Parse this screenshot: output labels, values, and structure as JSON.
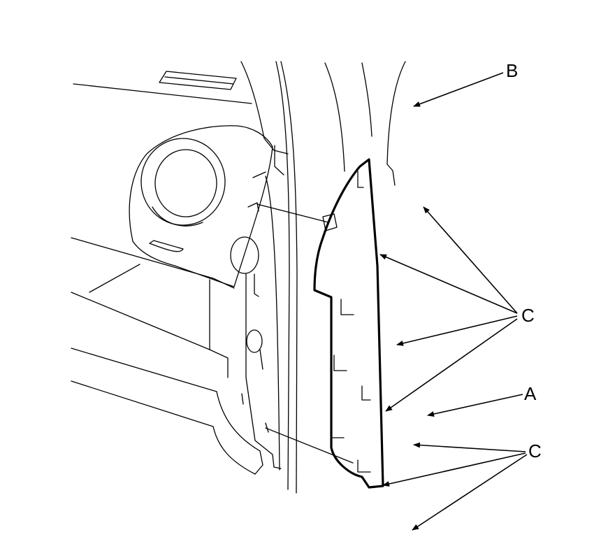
{
  "figure": {
    "callouts": {
      "a": "A",
      "b": "B",
      "c_upper": "C",
      "c_lower": "C"
    }
  }
}
